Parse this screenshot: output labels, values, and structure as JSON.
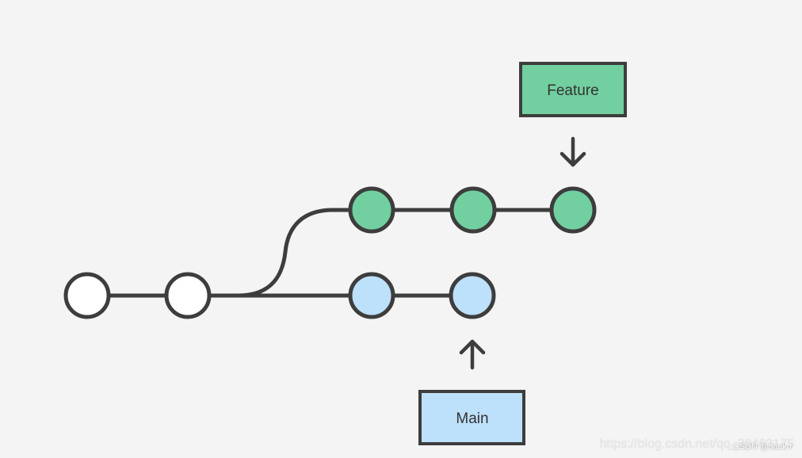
{
  "labels": {
    "feature": "Feature",
    "main": "Main"
  },
  "colors": {
    "background": "#f4f4f4",
    "stroke": "#3d3d3d",
    "base_commit": "#ffffff",
    "feature_commit": "#72cfa0",
    "main_commit": "#bde0fb"
  },
  "watermark": {
    "url": "https://blog.csdn.net/qq_39463175",
    "author": "CSDN @Jack-r"
  }
}
